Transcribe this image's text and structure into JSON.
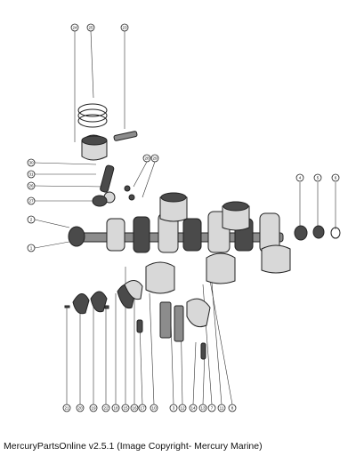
{
  "caption": "MercuryPartsOnline v2.5.1 (Image Copyright- Mercury Marine)",
  "callouts": {
    "top_24": "24",
    "top_25": "25",
    "top_23": "23",
    "left_30": "30",
    "left_31": "31",
    "left_26": "26",
    "left_27": "27",
    "left_2": "2",
    "left_1": "1",
    "mid_28": "28",
    "mid_29": "29",
    "right_4": "4",
    "right_5": "5",
    "right_6": "6",
    "bottom": [
      "21",
      "20",
      "19",
      "22",
      "18",
      "15",
      "16",
      "17",
      "10",
      "3",
      "12",
      "14",
      "13",
      "7",
      "11",
      "8"
    ]
  }
}
